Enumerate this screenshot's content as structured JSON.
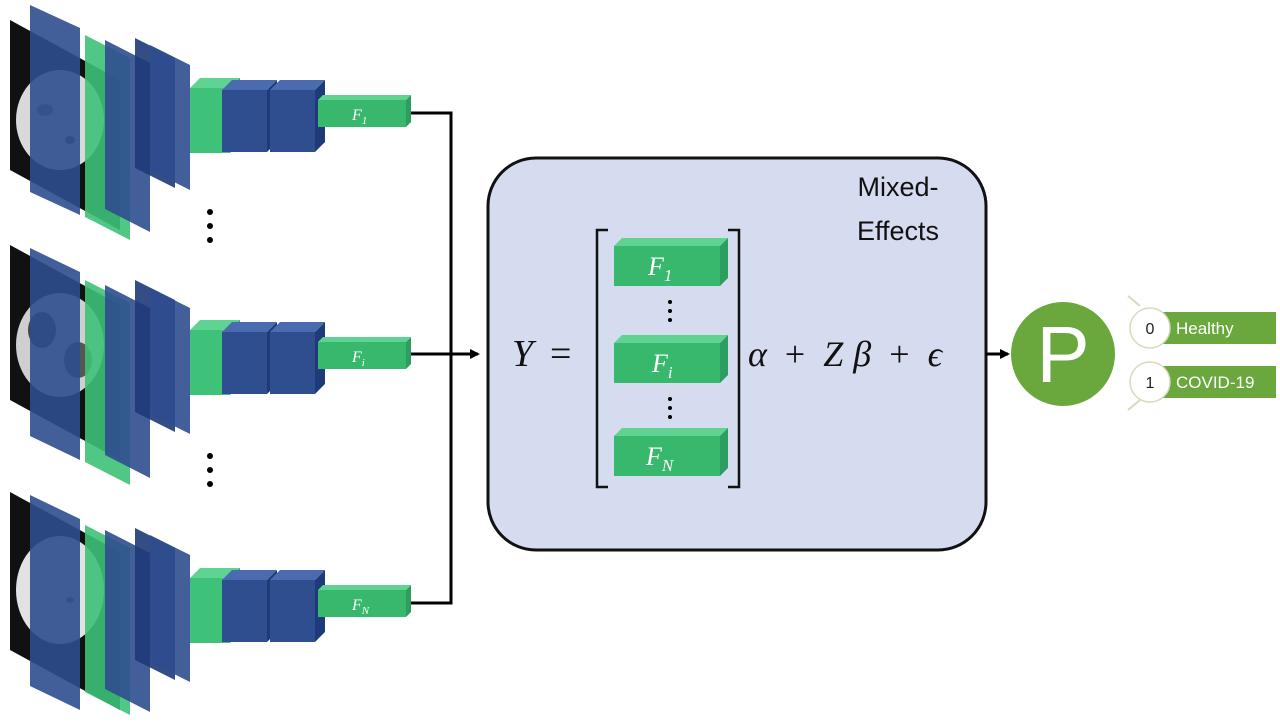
{
  "features": [
    {
      "label": "F",
      "sub": "1"
    },
    {
      "label": "F",
      "sub": "i"
    },
    {
      "label": "F",
      "sub": "N"
    }
  ],
  "model": {
    "title_line1": "Mixed-",
    "title_line2": "Effects",
    "lhs": "Y",
    "equals": "=",
    "rhs_alpha": "α",
    "rhs_plus1": "+",
    "rhs_Z": "Z",
    "rhs_beta": "β",
    "rhs_plus2": "+",
    "rhs_eps": "ϵ"
  },
  "output": {
    "symbol": "P",
    "classes": [
      {
        "value": "0",
        "label": "Healthy"
      },
      {
        "value": "1",
        "label": "COVID-19"
      }
    ]
  },
  "colors": {
    "cnn_blue": "#2f4e8f",
    "cnn_blue_dark": "#1f3a78",
    "cnn_green": "#3ec178",
    "feature_green": "#37b86c",
    "panel_fill": "#d5dcf0",
    "output_green": "#6aa83d"
  }
}
